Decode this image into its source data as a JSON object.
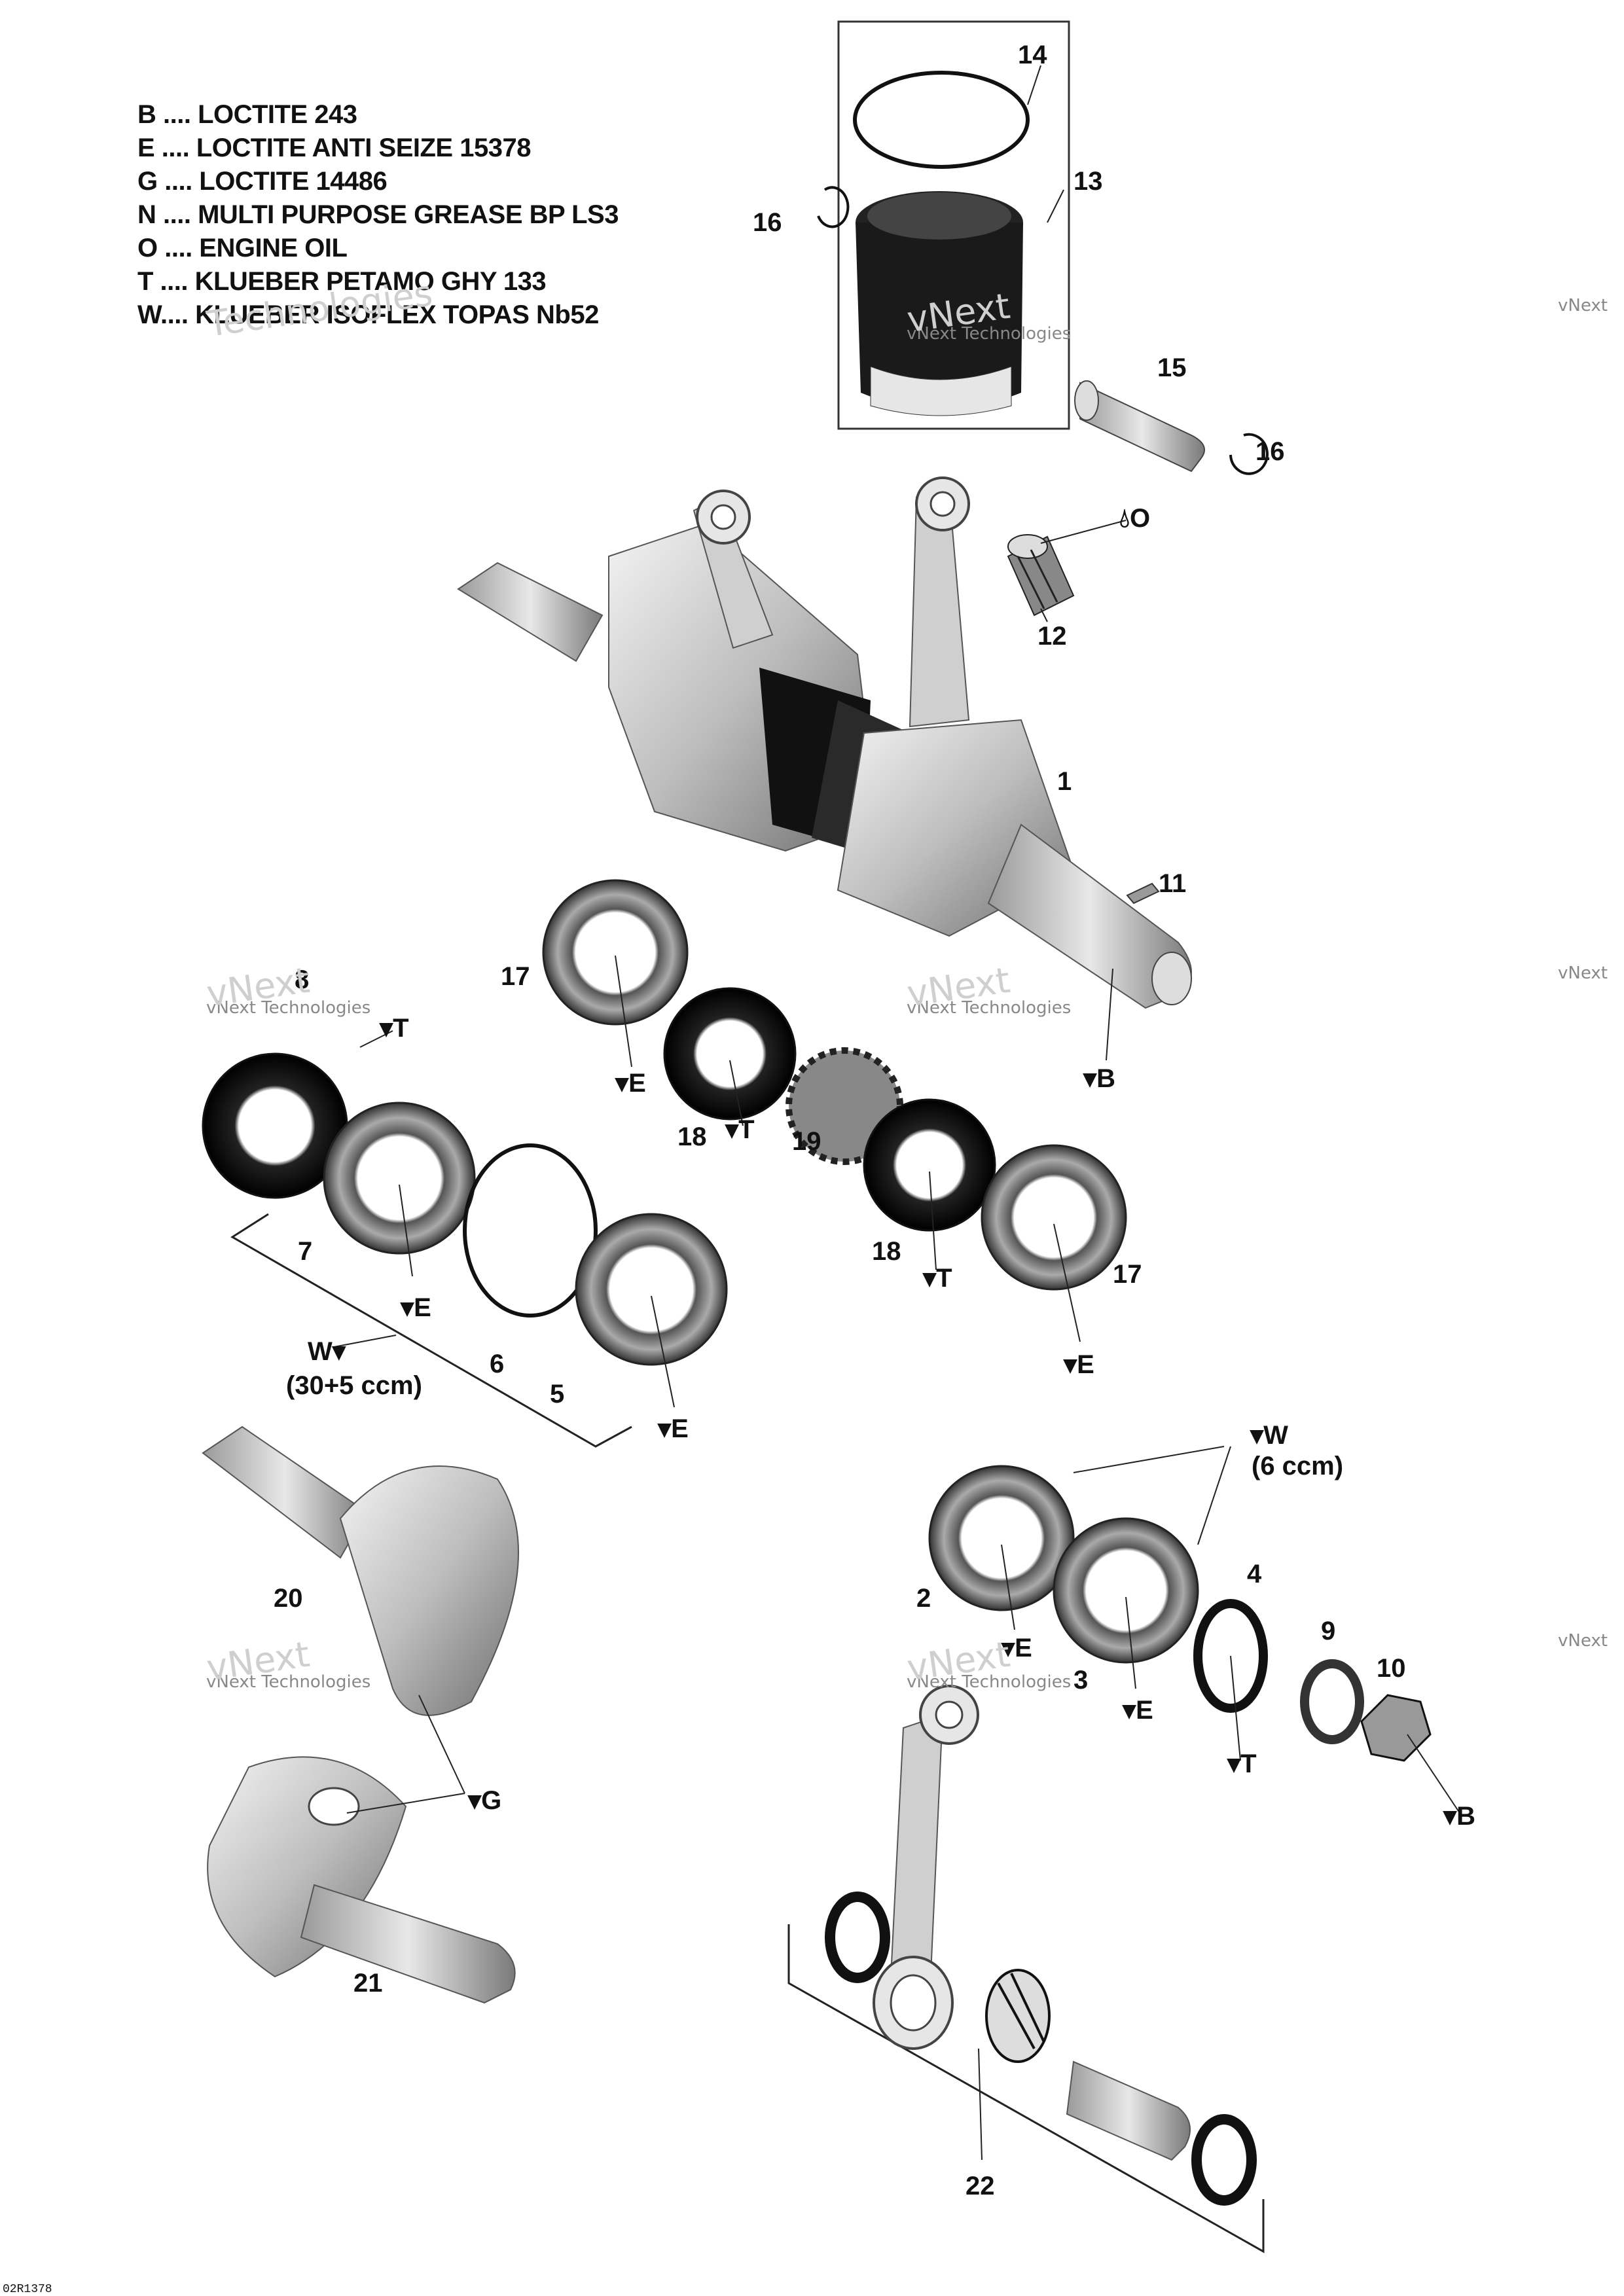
{
  "legend": [
    "B .... LOCTITE 243",
    "E .... LOCTITE ANTI SEIZE 15378",
    "G .... LOCTITE 14486",
    "N .... MULTI PURPOSE GREASE BP LS3",
    "O .... ENGINE OIL",
    "T .... KLUEBER PETAMO GHY 133",
    "W.... KLUEBER ISOFLEX TOPAS Nb52"
  ],
  "parts": {
    "p1": "1",
    "p2": "2",
    "p3": "3",
    "p4": "4",
    "p5": "5",
    "p6": "6",
    "p7": "7",
    "p8": "8",
    "p9": "9",
    "p10": "10",
    "p11": "11",
    "p12": "12",
    "p13": "13",
    "p14": "14",
    "p15": "15",
    "p16a": "16",
    "p16b": "16",
    "p17a": "17",
    "p17b": "17",
    "p18a": "18",
    "p18b": "18",
    "p19": "19",
    "p20": "20",
    "p21": "21",
    "p22": "22"
  },
  "lube": {
    "o_piston": "O",
    "t_seal_left": "T",
    "e_17a": "E",
    "t_18a": "T",
    "b_shaft": "B",
    "e_7": "E",
    "w_group": "W",
    "w_group_qty": "(30+5 ccm)",
    "e_5": "E",
    "t_18b": "T",
    "e_17b": "E",
    "w_right": "W",
    "w_right_qty": "(6 ccm)",
    "e_2": "E",
    "e_3": "E",
    "t_4": "T",
    "b_10": "B",
    "g_21": "G"
  },
  "watermark": {
    "line1": "vNext",
    "line2": "Technologies",
    "line3": "vNext Technologies"
  },
  "drawing_ref": "02R1378"
}
